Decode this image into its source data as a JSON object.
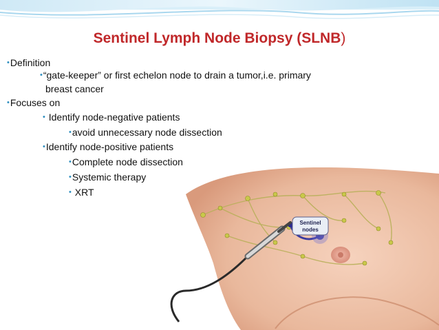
{
  "slide": {
    "title_main": "Sentinel Lymph Node Biopsy (SLNB",
    "title_close": ")",
    "bullets": [
      {
        "level": 1,
        "text": "Definition"
      },
      {
        "level": 2,
        "text": "“gate-keeper” or first echelon node to drain a tumor,i.e. primary"
      },
      {
        "level": 2,
        "text": "breast cancer"
      },
      {
        "level": 1,
        "text": "Focuses on"
      },
      {
        "level": 2,
        "text": " Identify node-negative patients"
      },
      {
        "level": 3,
        "text": "avoid unnecessary node dissection"
      },
      {
        "level": 2,
        "text": "Identify node-positive patients"
      },
      {
        "level": 3,
        "text": "Complete node dissection"
      },
      {
        "level": 3,
        "text": "Systemic therapy"
      },
      {
        "level": 3,
        "text": " XRT"
      }
    ],
    "bullet_char": "•",
    "illustration": {
      "label_line1": "Sentinel",
      "label_line2": "nodes",
      "skin_color": "#e9b89c",
      "node_color": "#c9c84a",
      "dye_color": "#3a3aa0"
    },
    "colors": {
      "title": "#c0282a",
      "bullet": "#2f8fc0",
      "header_band": "#9fd3ec"
    }
  }
}
